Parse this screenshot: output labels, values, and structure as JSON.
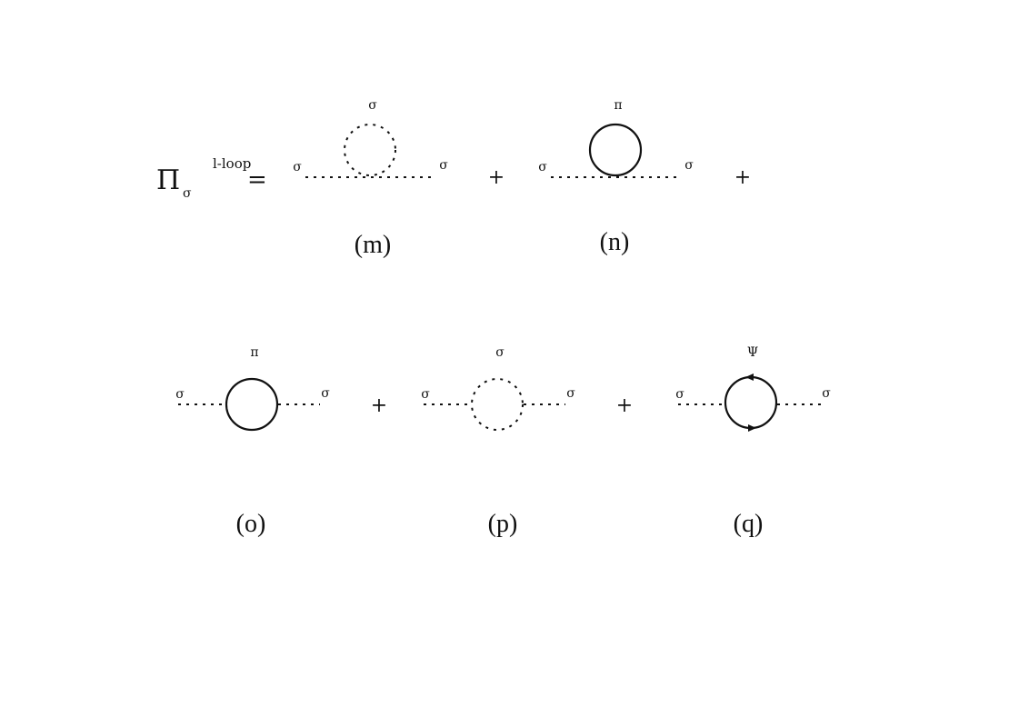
{
  "equation": {
    "lhs_symbol": "Π",
    "lhs_superscript": "l-loop",
    "lhs_subscript": "σ",
    "equals": "="
  },
  "operators": {
    "plus": "+"
  },
  "diagrams": [
    {
      "id": "m",
      "label": "(m)",
      "loop_particle": "σ",
      "external_left": "σ",
      "external_right": "σ",
      "loop_line": "dashed",
      "topology": "tadpole"
    },
    {
      "id": "n",
      "label": "(n)",
      "loop_particle": "π",
      "external_left": "σ",
      "external_right": "σ",
      "loop_line": "solid",
      "topology": "tadpole"
    },
    {
      "id": "o",
      "label": "(o)",
      "loop_particle": "π",
      "external_left": "σ",
      "external_right": "σ",
      "loop_line": "solid",
      "topology": "bubble"
    },
    {
      "id": "p",
      "label": "(p)",
      "loop_particle": "σ",
      "external_left": "σ",
      "external_right": "σ",
      "loop_line": "dashed",
      "topology": "bubble"
    },
    {
      "id": "q",
      "label": "(q)",
      "loop_particle": "Ψ",
      "external_left": "σ",
      "external_right": "σ",
      "loop_line": "solid-arrows",
      "topology": "fermion-bubble"
    }
  ],
  "colors": {
    "ink": "#111111",
    "background": "#ffffff"
  }
}
